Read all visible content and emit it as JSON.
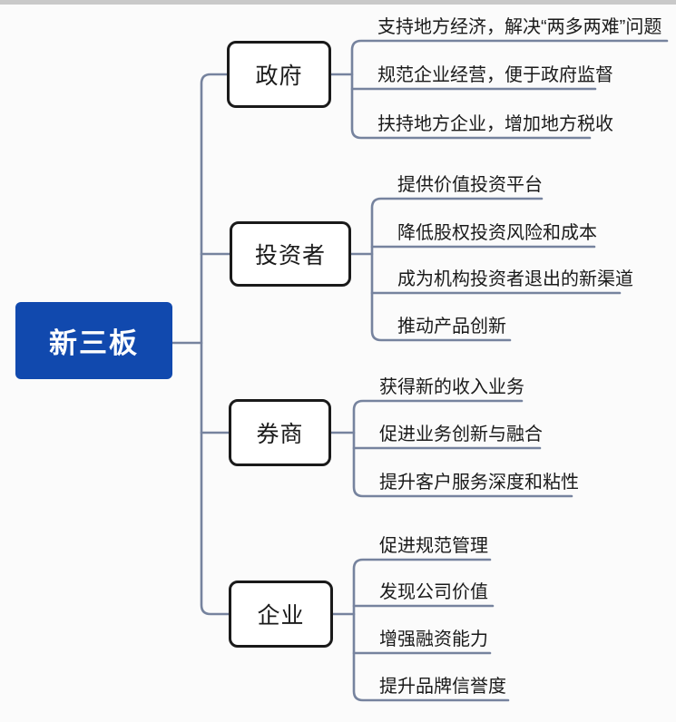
{
  "colors": {
    "background": "#fbfbfb",
    "top_bar": "#c9c9c9",
    "connector_color": "#76839e",
    "root_bg": "#1149ae",
    "root_text": "#ffffff",
    "node_bg": "#ffffff",
    "node_border": "#1a1a1a",
    "text_color": "#1a1a1a"
  },
  "root": {
    "label": "新三板"
  },
  "branches": [
    {
      "label": "政府",
      "leaves": [
        "支持地方经济，解决“两多两难”问题",
        "规范企业经营，便于政府监督",
        "扶持地方企业，增加地方税收"
      ]
    },
    {
      "label": "投资者",
      "leaves": [
        "提供价值投资平台",
        "降低股权投资风险和成本",
        "成为机构投资者退出的新渠道",
        "推动产品创新"
      ]
    },
    {
      "label": "券商",
      "leaves": [
        "获得新的收入业务",
        "促进业务创新与融合",
        "提升客户服务深度和粘性"
      ]
    },
    {
      "label": "企业",
      "leaves": [
        "促进规范管理",
        "发现公司价值",
        "增强融资能力",
        "提升品牌信誉度"
      ]
    }
  ]
}
